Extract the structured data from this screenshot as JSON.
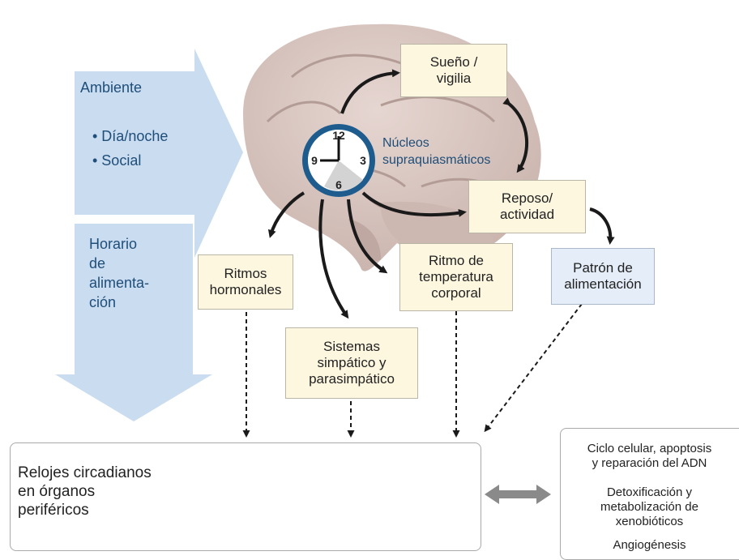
{
  "inputs": {
    "environment_title": "Ambiente",
    "environment_items": [
      "• Día/noche",
      "• Social"
    ],
    "feeding": "Horario\nde\nalimenta-\nción"
  },
  "scn_label": "Núcleos\nsupraquiasmáticos",
  "boxes": {
    "sleep": "Sueño /\nvigilia",
    "rest": "Reposo/\nactividad",
    "hormonal": "Ritmos\nhormonales",
    "temperature": "Ritmo de\ntemperatura\ncorporal",
    "feeding_pattern": "Patrón de\nalimentación",
    "autonomic": "Sistemas\nsimpático y\nparasimpático"
  },
  "peripheral": {
    "label": "Relojes circadianos\nen órganos\nperiféricos"
  },
  "outputs": [
    "Ciclo celular, apoptosis\ny reparación del ADN",
    "Detoxificación y\nmetabolización de\nxenobióticos",
    "Angiogénesis"
  ],
  "clock_numerals": [
    "12",
    "3",
    "6",
    "9"
  ],
  "colors": {
    "arrow_fill": "#c9dcf0",
    "clock_ring": "#1f5c8e",
    "box_fill": "#fdf7e0",
    "box_blue": "#e4edf8",
    "brain": "#d9c6c0",
    "text_blue": "#1f4e79"
  }
}
